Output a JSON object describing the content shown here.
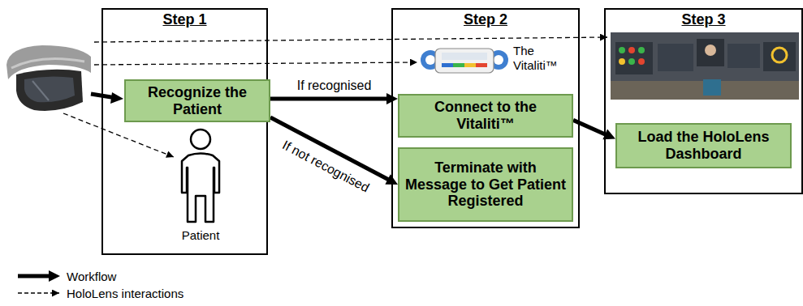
{
  "diagram": {
    "nodes": [
      {
        "text": [
          "Step 1"
        ]
      },
      {
        "text": [
          "Recognize the Patient"
        ],
        "in": 0
      },
      {
        "text": [
          "Step 2"
        ]
      },
      {
        "text": [
          "Connect to the Vitaliti™"
        ],
        "in": 2
      },
      {
        "text": [
          "Terminate with Message to Get Patient Registered"
        ],
        "in": 2
      },
      {
        "text": [
          "Step 3"
        ]
      },
      {
        "text": [
          "Load the HoloLens Dashboard"
        ],
        "in": 5
      }
    ],
    "edges": [
      {
        "from": 1,
        "to": 3,
        "arrow": "to",
        "label": "If recognised"
      },
      {
        "from": 1,
        "to": 4,
        "arrow": "to",
        "label": "If not recognised"
      },
      {
        "from": 3,
        "to": 6,
        "arrow": "to"
      }
    ],
    "labels": [
      "Patient",
      "The Vitaliti™"
    ],
    "legend": [
      {
        "text": "Workflow"
      },
      {
        "text": "HoloLens interactions"
      }
    ]
  }
}
